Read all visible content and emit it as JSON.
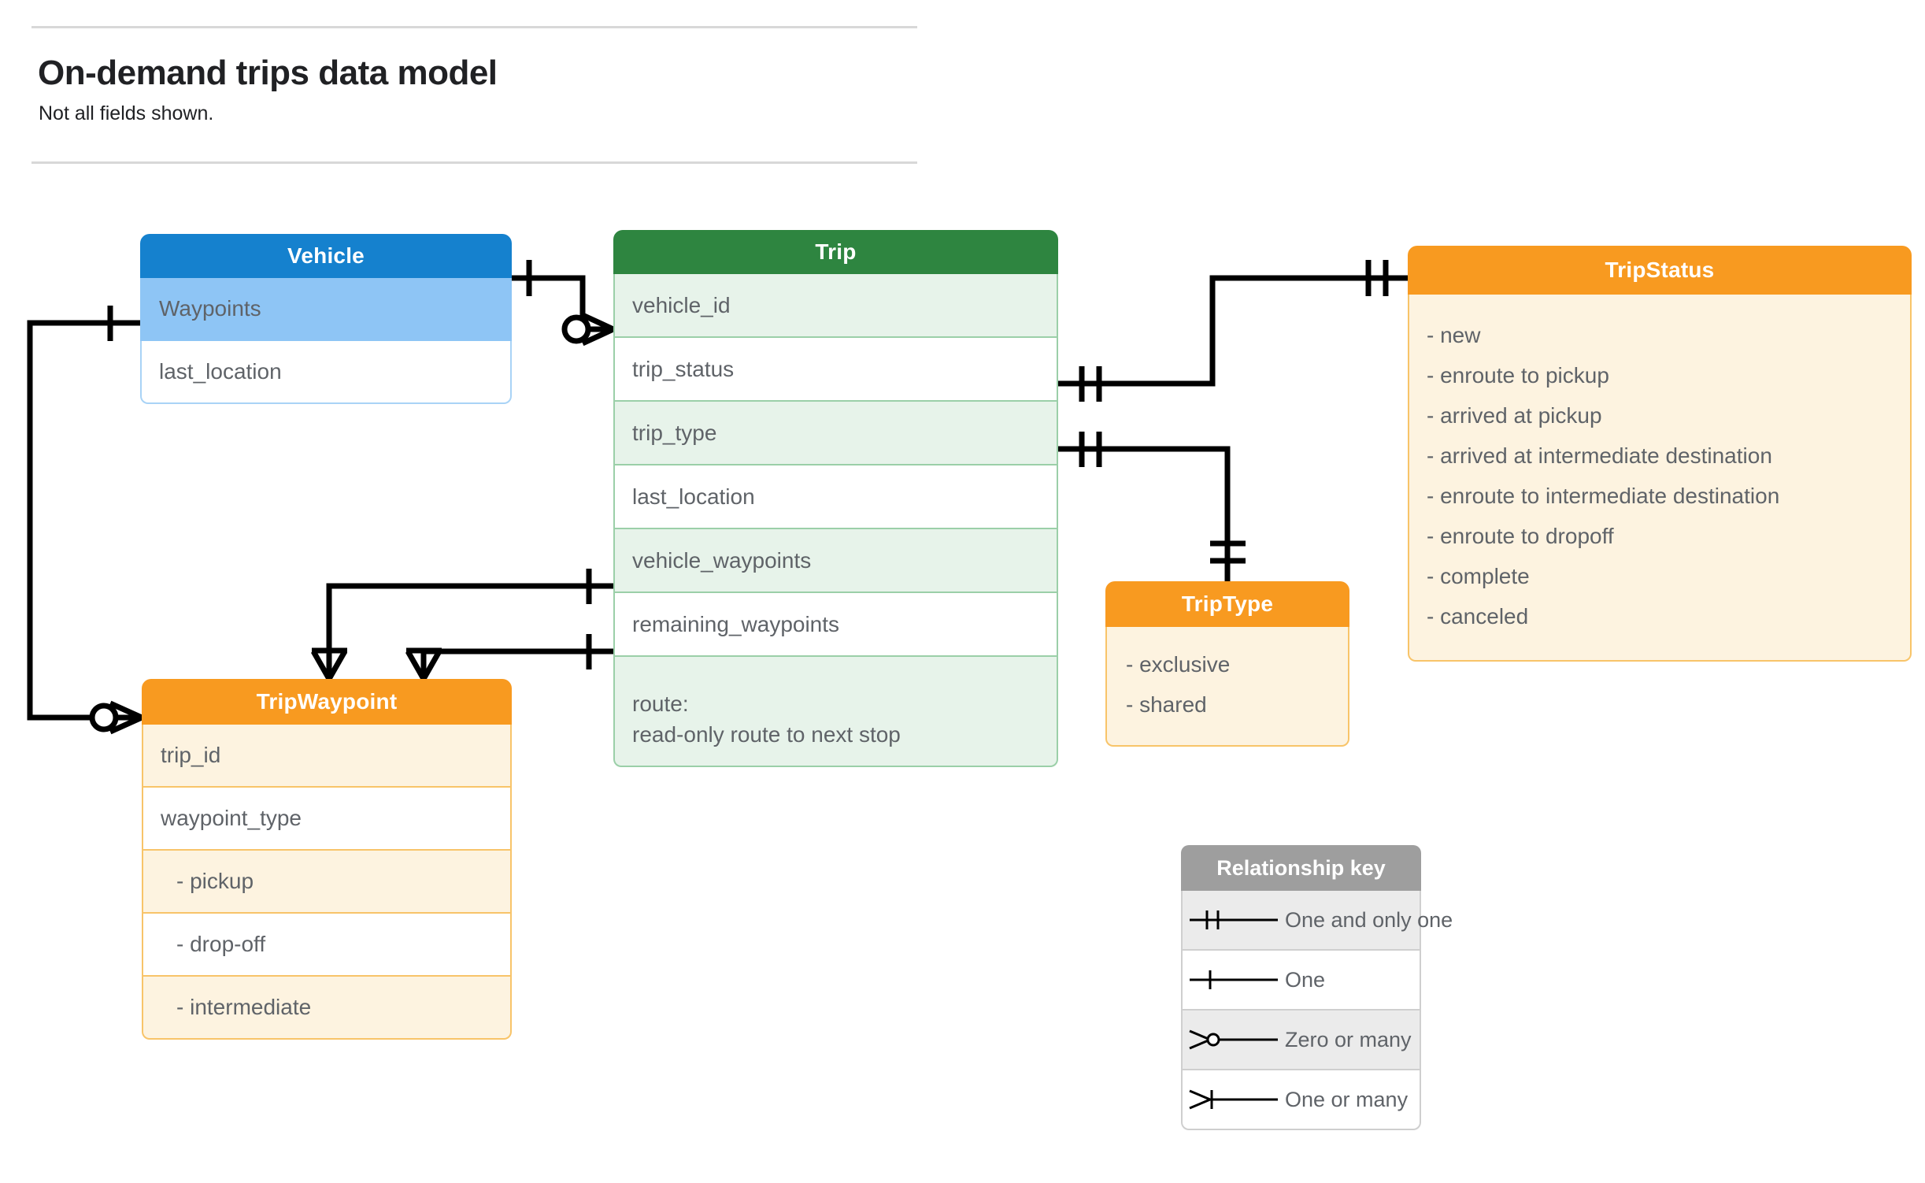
{
  "header": {
    "title": "On-demand trips data model",
    "subtitle": "Not all fields shown."
  },
  "entities": {
    "vehicle": {
      "name": "Vehicle",
      "header_color": "#1581ce",
      "fields": [
        {
          "label": "Waypoints"
        },
        {
          "label": "last_location"
        }
      ]
    },
    "trip": {
      "name": "Trip",
      "header_color": "#2e8540",
      "fields": [
        {
          "label": "vehicle_id"
        },
        {
          "label": "trip_status"
        },
        {
          "label": "trip_type"
        },
        {
          "label": "last_location"
        },
        {
          "label": "vehicle_waypoints"
        },
        {
          "label": "remaining_waypoints"
        },
        {
          "label": "route:",
          "label2": "read-only route to next stop"
        }
      ]
    },
    "trip_status": {
      "name": "TripStatus",
      "header_color": "#f89a20",
      "values": [
        "- new",
        "- enroute to pickup",
        "- arrived at pickup",
        "- arrived at intermediate destination",
        "- enroute to intermediate destination",
        "- enroute to dropoff",
        "- complete",
        "- canceled"
      ]
    },
    "trip_type": {
      "name": "TripType",
      "header_color": "#f89a20",
      "values": [
        "- exclusive",
        "- shared"
      ]
    },
    "trip_waypoint": {
      "name": "TripWaypoint",
      "header_color": "#f89a20",
      "fields": [
        {
          "label": "trip_id"
        },
        {
          "label": "waypoint_type"
        },
        {
          "label": "-  pickup"
        },
        {
          "label": "-  drop-off"
        },
        {
          "label": "-  intermediate"
        }
      ]
    }
  },
  "relationship_key": {
    "title": "Relationship key",
    "rows": [
      {
        "symbol": "one-and-only-one",
        "label": "One and only one"
      },
      {
        "symbol": "one",
        "label": "One"
      },
      {
        "symbol": "zero-or-many",
        "label": "Zero or many"
      },
      {
        "symbol": "one-or-many",
        "label": "One or many"
      }
    ]
  },
  "relationships": [
    {
      "from": "Vehicle",
      "from_cardinality": "one",
      "to": "Trip.vehicle_id",
      "to_cardinality": "zero-or-many"
    },
    {
      "from": "Vehicle.Waypoints",
      "from_cardinality": "one",
      "to": "TripWaypoint",
      "to_cardinality": "zero-or-many"
    },
    {
      "from": "Trip.trip_status",
      "from_cardinality": "one-and-only-one",
      "to": "TripStatus",
      "to_cardinality": "one-and-only-one"
    },
    {
      "from": "Trip.trip_type",
      "from_cardinality": "one-and-only-one",
      "to": "TripType",
      "to_cardinality": "one-and-only-one"
    },
    {
      "from": "Trip.vehicle_waypoints",
      "from_cardinality": "one",
      "to": "TripWaypoint",
      "to_cardinality": "one-or-many"
    },
    {
      "from": "Trip.remaining_waypoints",
      "from_cardinality": "one",
      "to": "TripWaypoint",
      "to_cardinality": "one-or-many"
    }
  ],
  "colors": {
    "vehicle": "#1581ce",
    "trip": "#2e8540",
    "orange": "#f89a20",
    "key_header": "#9e9e9e",
    "line": "#000000"
  }
}
